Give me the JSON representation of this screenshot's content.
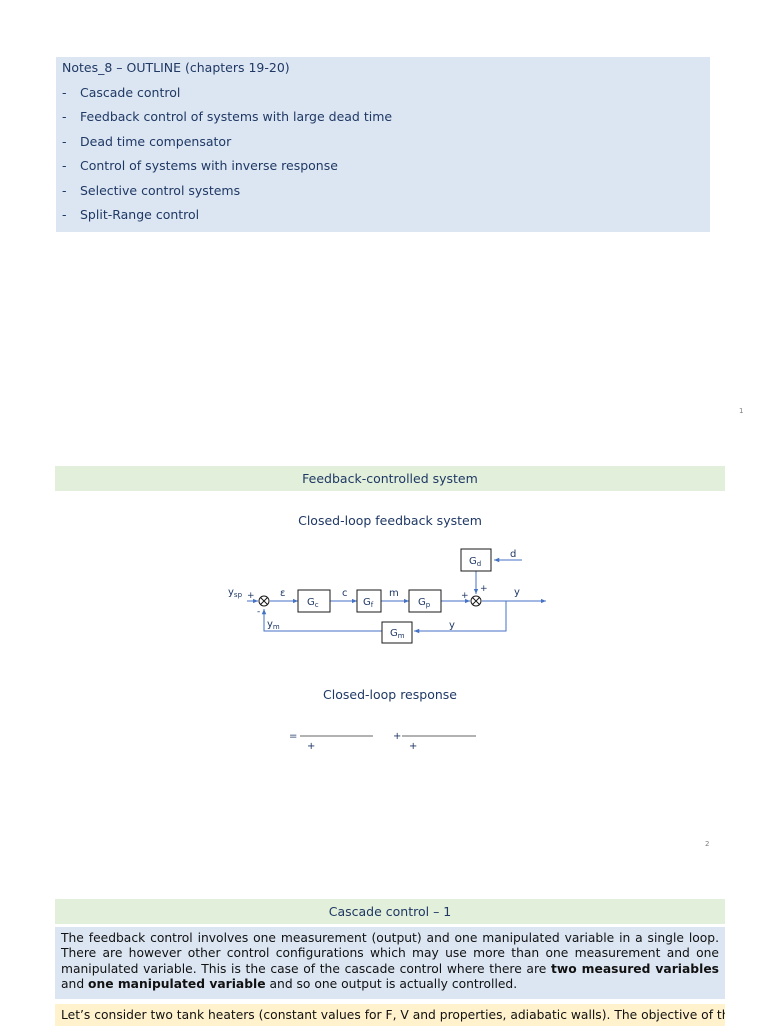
{
  "page1": {
    "outline_title": "Notes_8 – OUTLINE (chapters 19-20)",
    "outline_items": [
      "Cascade control",
      "Feedback control of systems with large dead time",
      "Dead time compensator",
      "Control of systems with inverse response",
      "Selective control systems",
      "Split-Range control"
    ],
    "dash": "-",
    "page_number": "1"
  },
  "page2": {
    "header": "Feedback-controlled system",
    "subtitle": "Closed-loop feedback system",
    "diagram": {
      "ysp": "y",
      "ysp_sub": "sp",
      "plus": "+",
      "minus": "-",
      "epsilon": "ε",
      "c": "c",
      "m": "m",
      "y": "y",
      "d": "d",
      "ym": "y",
      "ym_sub": "m",
      "Gc": "G",
      "Gc_sub": "c",
      "Gf": "G",
      "Gf_sub": "f",
      "Gp": "G",
      "Gp_sub": "p",
      "Gd": "G",
      "Gd_sub": "d",
      "Gm": "G",
      "Gm_sub": "m"
    },
    "response_title": "Closed-loop response",
    "equation": {
      "eq": "=",
      "plus1": "+",
      "plus2": "+",
      "plus3": "+"
    },
    "page_number": "2"
  },
  "page3": {
    "header": "Cascade control – 1",
    "para1_a": "The feedback control involves one measurement (output) and one manipulated variable in a single loop. There are however other control configurations which may use more than one measurement and one manipulated variable. This is the case of the cascade control where there are ",
    "para1_b": "two measured variables",
    "para1_c": " and ",
    "para1_d": "one manipulated variable",
    "para1_e": " and so one output is actually controlled.",
    "para2": "Let’s consider two tank heaters (constant values for F, V and properties, adiabatic walls). The objective of the"
  }
}
